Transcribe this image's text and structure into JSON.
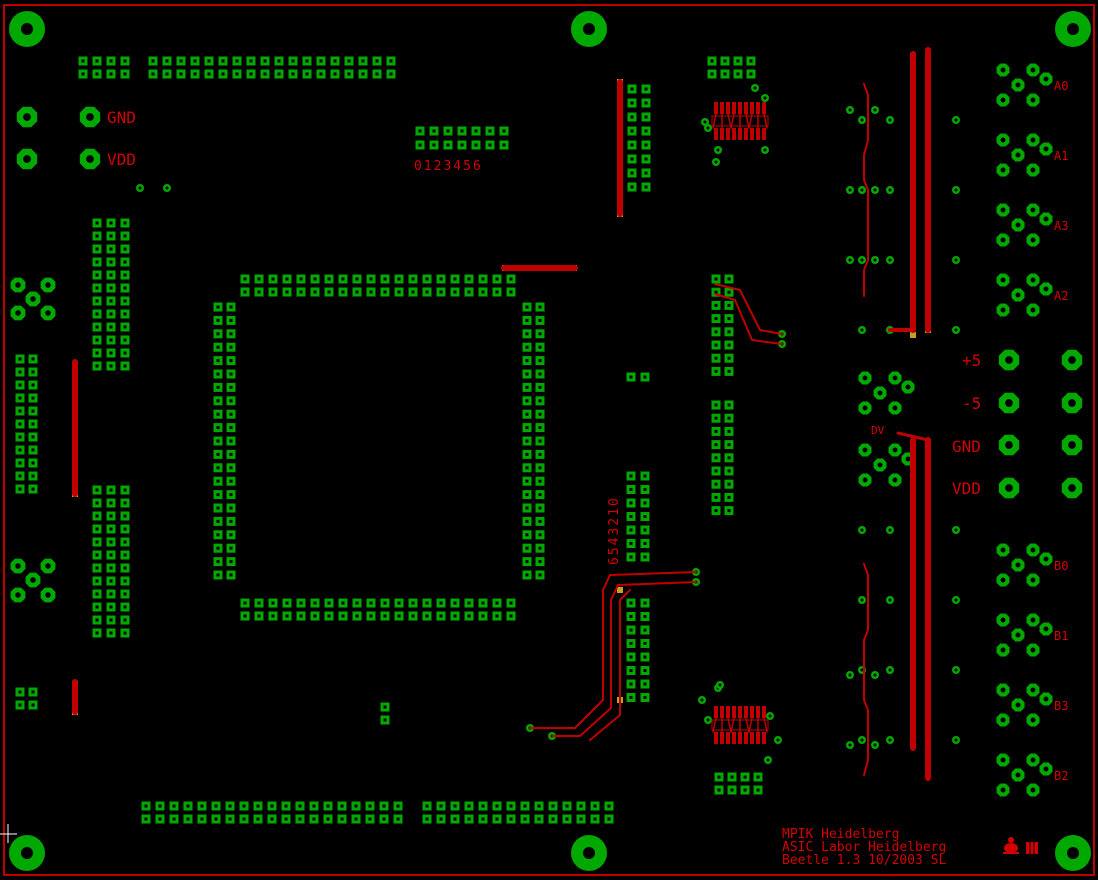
{
  "colors": {
    "background": "#000000",
    "copper": "#c00000",
    "pad": "#00a800",
    "via_core": "#c8a020"
  },
  "labels": {
    "left_gnd": "GND",
    "left_vdd": "VDD",
    "digits_top": "0123456",
    "digits_vertical": "6543210",
    "chan_a0": "A0",
    "chan_a1": "A1",
    "chan_a3": "A3",
    "chan_a2": "A2",
    "chan_b0": "B0",
    "chan_b1": "B1",
    "chan_b3": "B3",
    "chan_b2": "B2",
    "dv": "DV",
    "plus5": "+5",
    "minus5": "-5",
    "right_gnd": "GND",
    "right_vdd": "VDD",
    "credit_line1": "MPIK Heidelberg",
    "credit_line2": "ASIC Labor Heidelberg",
    "credit_line3": "Beetle 1.3  10/2003  SL"
  },
  "icons": {
    "logo": "ant-logo-icon",
    "crosshair": "crosshair-cursor-icon"
  }
}
